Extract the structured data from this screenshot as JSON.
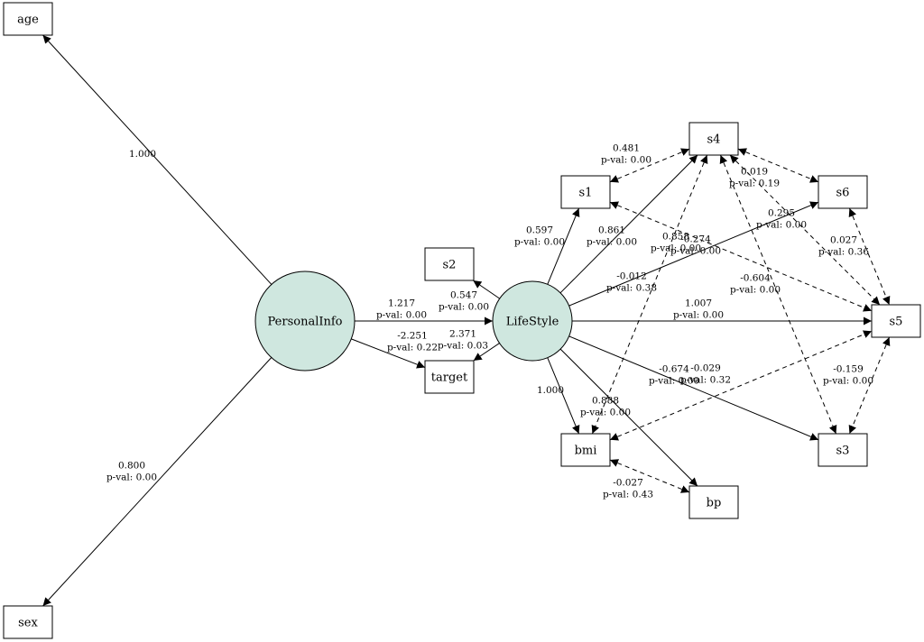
{
  "nodes": [
    {
      "id": "age",
      "label": "age",
      "shape": "box"
    },
    {
      "id": "sex",
      "label": "sex",
      "shape": "box"
    },
    {
      "id": "PersonalInfo",
      "label": "PersonalInfo",
      "shape": "latent"
    },
    {
      "id": "LifeStyle",
      "label": "LifeStyle",
      "shape": "latent"
    },
    {
      "id": "s2",
      "label": "s2",
      "shape": "box"
    },
    {
      "id": "target",
      "label": "target",
      "shape": "box"
    },
    {
      "id": "s1",
      "label": "s1",
      "shape": "box"
    },
    {
      "id": "s4",
      "label": "s4",
      "shape": "box"
    },
    {
      "id": "s6",
      "label": "s6",
      "shape": "box"
    },
    {
      "id": "s5",
      "label": "s5",
      "shape": "box"
    },
    {
      "id": "s3",
      "label": "s3",
      "shape": "box"
    },
    {
      "id": "bmi",
      "label": "bmi",
      "shape": "box"
    },
    {
      "id": "bp",
      "label": "bp",
      "shape": "box"
    }
  ],
  "edges": [
    {
      "from": "PersonalInfo",
      "to": "age",
      "type": "directed",
      "label": [
        "1.000"
      ]
    },
    {
      "from": "PersonalInfo",
      "to": "sex",
      "type": "directed",
      "label": [
        "0.800",
        "p-val: 0.00"
      ]
    },
    {
      "from": "PersonalInfo",
      "to": "LifeStyle",
      "type": "directed",
      "label": [
        "1.217",
        "p-val: 0.00"
      ]
    },
    {
      "from": "PersonalInfo",
      "to": "target",
      "type": "directed",
      "label": [
        "-2.251",
        "p-val: 0.22"
      ]
    },
    {
      "from": "LifeStyle",
      "to": "s2",
      "type": "directed",
      "label": [
        "0.547",
        "p-val: 0.00"
      ]
    },
    {
      "from": "LifeStyle",
      "to": "target",
      "type": "directed",
      "label": [
        "2.371",
        "p-val: 0.03"
      ]
    },
    {
      "from": "LifeStyle",
      "to": "s1",
      "type": "directed",
      "label": [
        "0.597",
        "p-val: 0.00"
      ]
    },
    {
      "from": "LifeStyle",
      "to": "s4",
      "type": "directed",
      "label": [
        "0.861",
        "p-val: 0.00"
      ]
    },
    {
      "from": "LifeStyle",
      "to": "s6",
      "type": "directed",
      "label": [
        "-0.274",
        "p-val: 0.00"
      ]
    },
    {
      "from": "LifeStyle",
      "to": "s5",
      "type": "directed",
      "label": [
        "1.007",
        "p-val: 0.00"
      ]
    },
    {
      "from": "LifeStyle",
      "to": "s3",
      "type": "directed",
      "label": [
        "-0.674",
        "p-val: 0.00"
      ]
    },
    {
      "from": "LifeStyle",
      "to": "bmi",
      "type": "directed",
      "label": [
        "1.000"
      ]
    },
    {
      "from": "LifeStyle",
      "to": "bp",
      "type": "directed",
      "label": [
        "0.888",
        "p-val: 0.00"
      ]
    },
    {
      "from": "s1",
      "to": "s4",
      "type": "covariance",
      "label": [
        "0.481",
        "p-val: 0.00"
      ]
    },
    {
      "from": "s4",
      "to": "s6",
      "type": "covariance",
      "label": [
        "0.019",
        "p-val: 0.19"
      ]
    },
    {
      "from": "s6",
      "to": "s5",
      "type": "covariance",
      "label": [
        "0.027",
        "p-val: 0.36"
      ]
    },
    {
      "from": "s4",
      "to": "s5",
      "type": "covariance",
      "label": [
        "0.295",
        "p-val: 0.00"
      ]
    },
    {
      "from": "s1",
      "to": "s5",
      "type": "covariance",
      "label": [
        "-0.012",
        "p-val: 0.38"
      ]
    },
    {
      "from": "s4",
      "to": "bmi",
      "type": "covariance",
      "label": [
        "0.858",
        "p-val: 0.00"
      ]
    },
    {
      "from": "s4",
      "to": "s3",
      "type": "covariance",
      "label": [
        "-0.604",
        "p-val: 0.00"
      ]
    },
    {
      "from": "bmi",
      "to": "s5",
      "type": "covariance",
      "label": [
        "-0.029",
        "p-val: 0.32"
      ]
    },
    {
      "from": "s5",
      "to": "s3",
      "type": "covariance",
      "label": [
        "-0.159",
        "p-val: 0.00"
      ]
    },
    {
      "from": "bmi",
      "to": "bp",
      "type": "covariance",
      "label": [
        "-0.027",
        "p-val: 0.43"
      ]
    }
  ]
}
